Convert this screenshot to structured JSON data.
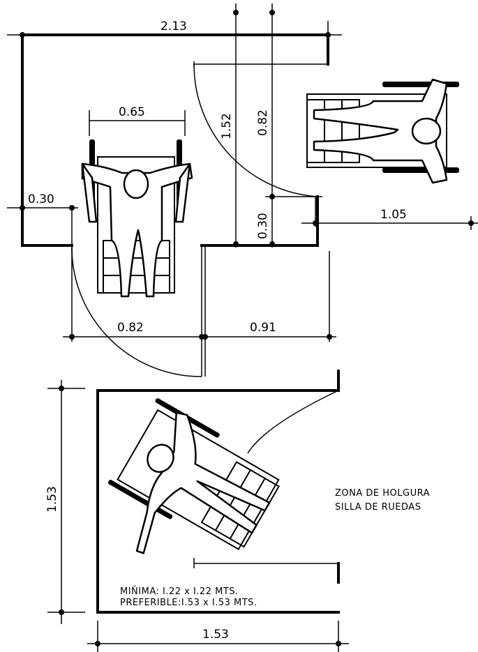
{
  "dimensions": {
    "top_width": "2.13",
    "wheelchair_width": "0.65",
    "left_offset": "0.30",
    "door_height": "1.52",
    "right_door": "0.82",
    "small_gap": "0.30",
    "turn_width": "1.05",
    "lower_door": "0.82",
    "lower_gap": "0.91",
    "square_height": "1.53",
    "square_width": "1.53"
  },
  "notes": {
    "zone_line1": "ZONA DE HOLGURA",
    "zone_line2": "SILLA DE RUEDAS",
    "min_line": "MIÑIMA: I.22 x I.22 MTS.",
    "pref_line": "PREFERIBLE:I.53 x I.53 MTS."
  }
}
